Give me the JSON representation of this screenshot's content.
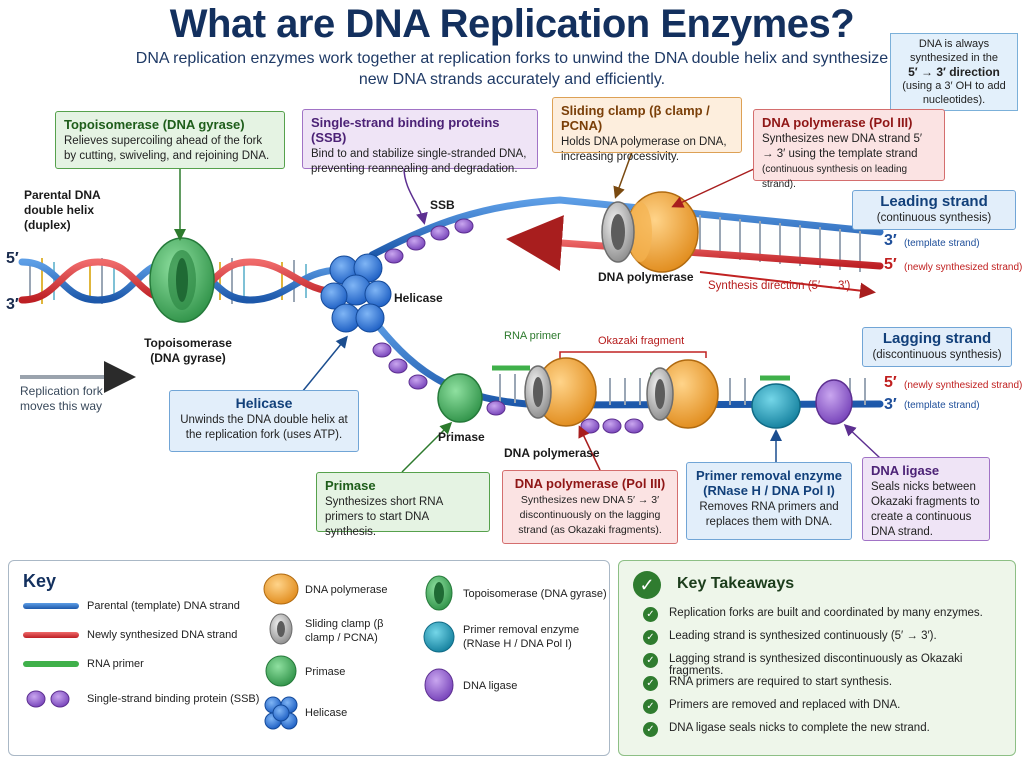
{
  "title": "What are DNA Replication Enzymes?",
  "subtitle": "DNA replication enzymes work together at replication forks to unwind the DNA double helix and synthesize new DNA strands accurately and efficiently.",
  "note": {
    "line1": "DNA is always synthesized in the",
    "bold": "5′ → 3′ direction",
    "line2": "(using a 3′ OH to add nucleotides)."
  },
  "boxes": {
    "topo": {
      "title": "Topoisomerase (DNA gyrase)",
      "text": "Relieves supercoiling ahead of the fork by cutting, swiveling, and rejoining DNA."
    },
    "ssb": {
      "title": "Single-strand binding proteins (SSB)",
      "text": "Bind to and stabilize single-stranded DNA, preventing reannealing and degradation."
    },
    "clamp": {
      "title": "Sliding clamp (β clamp / PCNA)",
      "text": "Holds DNA polymerase on DNA, increasing processivity."
    },
    "pol_top": {
      "title": "DNA polymerase (Pol III)",
      "text": "Synthesizes new DNA strand 5′ → 3′ using the template strand",
      "small": "(continuous synthesis on leading strand)."
    },
    "leading": {
      "title": "Leading strand",
      "text": "(continuous synthesis)"
    },
    "lagging": {
      "title": "Lagging strand",
      "text": "(discontinuous synthesis)"
    },
    "helicase": {
      "title": "Helicase",
      "text": "Unwinds the DNA double helix at the replication fork (uses ATP)."
    },
    "primase": {
      "title": "Primase",
      "text": "Synthesizes short RNA primers to start DNA synthesis."
    },
    "pol_bottom": {
      "title": "DNA polymerase (Pol III)",
      "text": "Synthesizes new DNA 5′ → 3′ discontinuously on the lagging strand (as Okazaki fragments)."
    },
    "removal": {
      "title": "Primer removal enzyme (RNase H / DNA Pol I)",
      "text": "Removes RNA primers and replaces them with DNA."
    },
    "ligase": {
      "title": "DNA ligase",
      "text": "Seals nicks between Okazaki fragments to create a continuous DNA strand."
    }
  },
  "labels": {
    "parental": "Parental DNA double helix (duplex)",
    "five": "5′",
    "three": "3′",
    "ssb": "SSB",
    "helicase": "Helicase",
    "topo": "Topoisomerase (DNA gyrase)",
    "fork": "Replication fork moves this way",
    "pol": "DNA polymerase",
    "synth_dir": "Synthesis direction (5′ → 3′)",
    "template": "(template strand)",
    "new": "(newly synthesized strand)",
    "rna_primer": "RNA primer",
    "okazaki": "Okazaki fragment",
    "primase": "Primase",
    "pol_bottom": "DNA polymerase"
  },
  "key": {
    "title": "Key",
    "items": [
      "Parental (template) DNA strand",
      "Newly synthesized DNA strand",
      "RNA primer",
      "Single-strand binding protein (SSB)",
      "DNA polymerase",
      "Sliding clamp (β clamp / PCNA)",
      "Primase",
      "Helicase",
      "Topoisomerase (DNA gyrase)",
      "Primer removal enzyme (RNase H / DNA Pol I)",
      "DNA ligase"
    ]
  },
  "takeaways": {
    "title": "Key Takeaways",
    "items": [
      "Replication forks are built and coordinated by many enzymes.",
      "Leading strand is synthesized continuously (5′ → 3′).",
      "Lagging strand is synthesized discontinuously as Okazaki fragments.",
      "RNA primers are required to start synthesis.",
      "Primers are removed and replaced with DNA.",
      "DNA ligase seals nicks to complete the new strand."
    ]
  },
  "colors": {
    "parental": "#2a6fc4",
    "new": "#d9363a",
    "rna": "#3fb04a",
    "ssb": "#8a55c9",
    "polymerase": "#f0a030",
    "clamp": "#a8a8a8",
    "primase": "#3aa55a",
    "helicase": "#2f78d8",
    "topo": "#4caf63",
    "removal": "#1f9bb5",
    "ligase": "#8f5ccf"
  }
}
